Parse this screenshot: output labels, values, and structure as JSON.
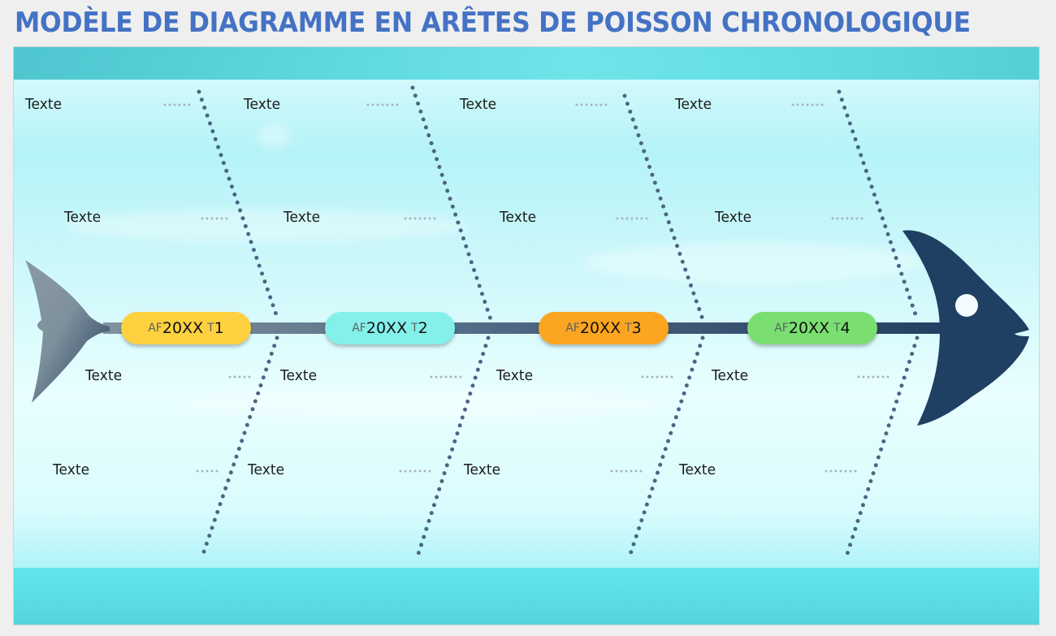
{
  "title": "MODÈLE DE DIAGRAMME EN ARÊTES DE POISSON CHRONOLOGIQUE",
  "colors": {
    "title": "#4472c4",
    "spine": "#3e5a7a",
    "head": "#1f3f63",
    "bone_dots": "#4c6584",
    "leader_dots": "#a9b4c0",
    "band": "#5fd9df"
  },
  "icons": {
    "tail": "fish-tail-icon",
    "head": "fish-head-icon"
  },
  "milestones": [
    {
      "prefix": "AF",
      "year": "20XX",
      "quarter_prefix": "T",
      "quarter_num": "1",
      "color": "#fdd13f"
    },
    {
      "prefix": "AF",
      "year": "20XX",
      "quarter_prefix": "T",
      "quarter_num": "2",
      "color": "#84f0ea"
    },
    {
      "prefix": "AF",
      "year": "20XX",
      "quarter_prefix": "T",
      "quarter_num": "3",
      "color": "#fca520"
    },
    {
      "prefix": "AF",
      "year": "20XX",
      "quarter_prefix": "T",
      "quarter_num": "4",
      "color": "#7adf70"
    }
  ],
  "labels": {
    "upper_row1": [
      "Texte",
      "Texte",
      "Texte",
      "Texte"
    ],
    "upper_row2": [
      "Texte",
      "Texte",
      "Texte",
      "Texte"
    ],
    "lower_row1": [
      "Texte",
      "Texte",
      "Texte",
      "Texte"
    ],
    "lower_row2": [
      "Texte",
      "Texte",
      "Texte",
      "Texte"
    ]
  }
}
